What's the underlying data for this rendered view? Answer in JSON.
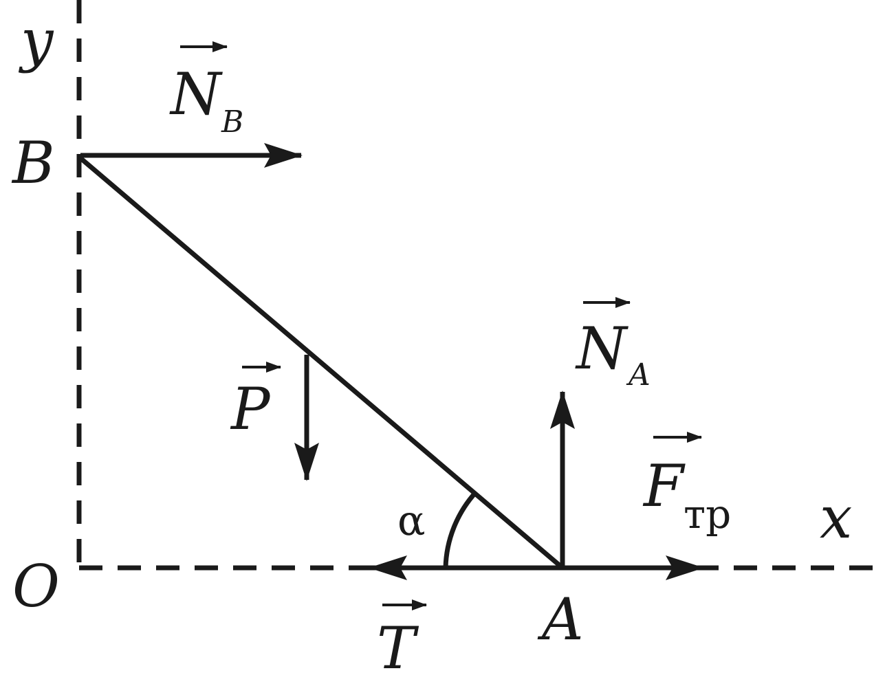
{
  "diagram": {
    "axes": {
      "y_label": "y",
      "x_label": "x",
      "origin_label": "O"
    },
    "points": {
      "B": "B",
      "A": "A"
    },
    "angle": {
      "label": "α"
    },
    "forces": {
      "NB": {
        "symbol": "N",
        "subscript": "B"
      },
      "NA": {
        "symbol": "N",
        "subscript": "A"
      },
      "P": {
        "symbol": "P"
      },
      "F": {
        "symbol": "F",
        "subscript": "тр"
      },
      "T": {
        "symbol": "T"
      }
    },
    "colors": {
      "ink": "#1a1a1a",
      "background": "#ffffff"
    }
  }
}
